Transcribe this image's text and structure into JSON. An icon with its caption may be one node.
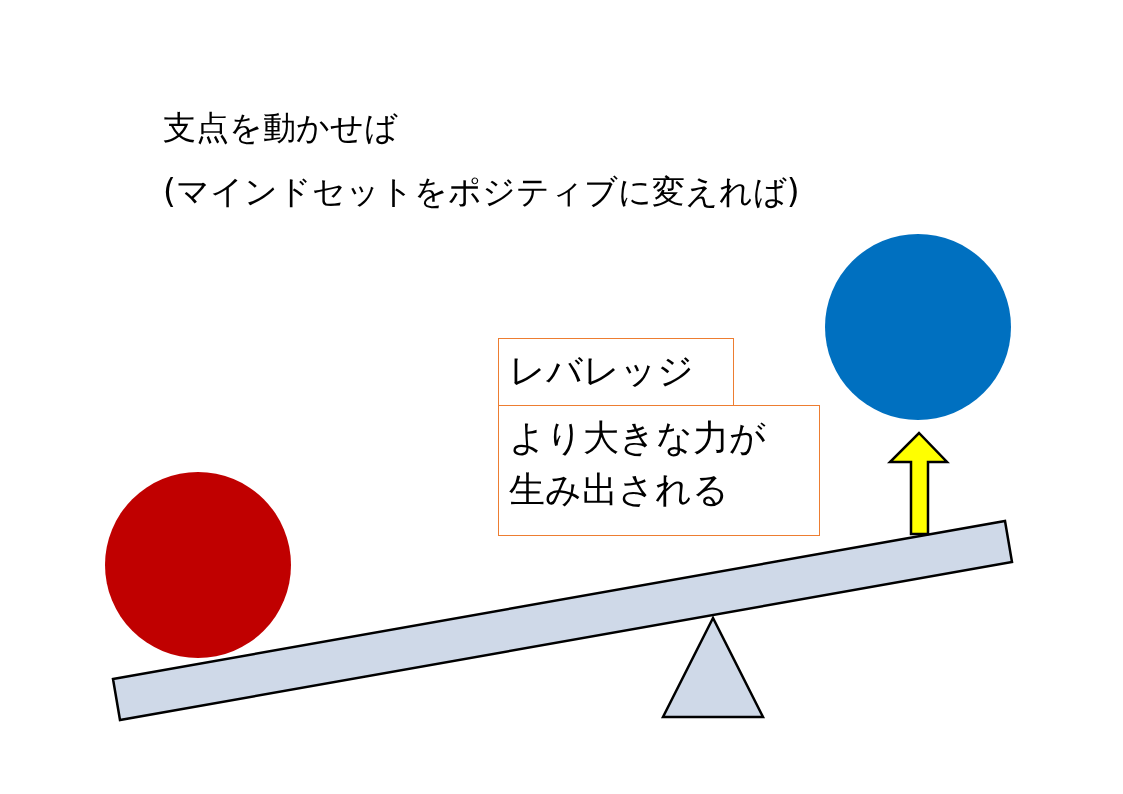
{
  "diagram": {
    "nodes": [
      {
        "text": [
          "レバレッジ"
        ]
      },
      {
        "text": [
          "より大きな力が生み出される"
        ]
      }
    ],
    "labels": [
      "支点を動かせば",
      "(マインドセットをポジティブに変えれば)"
    ]
  }
}
